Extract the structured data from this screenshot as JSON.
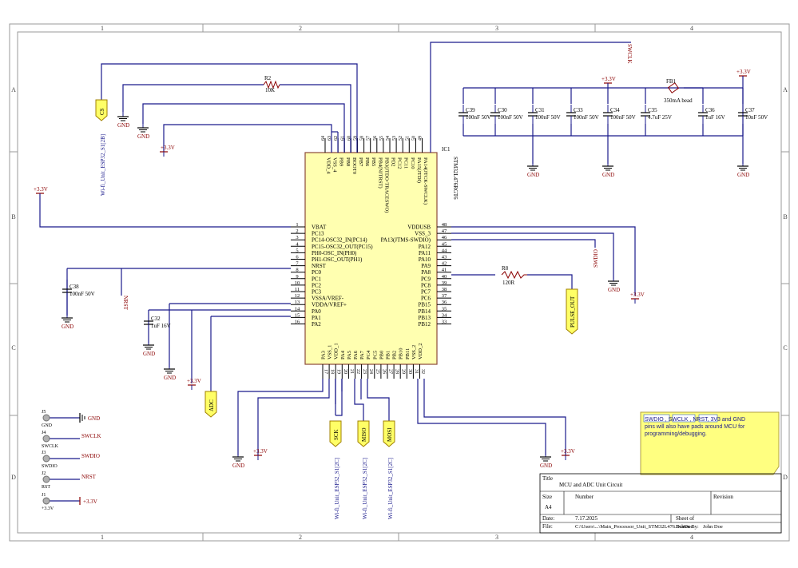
{
  "frame": {
    "cols": [
      "1",
      "2",
      "3",
      "4"
    ],
    "rows": [
      "A",
      "B",
      "C",
      "D"
    ]
  },
  "ic": {
    "designator": "IC1",
    "part": "STM32L476RGT6",
    "left_pins": [
      {
        "num": "1",
        "name": "VBAT"
      },
      {
        "num": "2",
        "name": "PC13"
      },
      {
        "num": "3",
        "name": "PC14-OSC32_IN(PC14)"
      },
      {
        "num": "4",
        "name": "PC15-OSC32_OUT(PC15)"
      },
      {
        "num": "5",
        "name": "PH0-OSC_IN(PH0)"
      },
      {
        "num": "6",
        "name": "PH1-OSC_OUT(PH1)"
      },
      {
        "num": "7",
        "name": "NRST"
      },
      {
        "num": "8",
        "name": "PC0"
      },
      {
        "num": "9",
        "name": "PC1"
      },
      {
        "num": "10",
        "name": "PC2"
      },
      {
        "num": "11",
        "name": "PC3"
      },
      {
        "num": "12",
        "name": "VSSA/VREF-"
      },
      {
        "num": "13",
        "name": "VDDA/VREF+"
      },
      {
        "num": "14",
        "name": "PA0"
      },
      {
        "num": "15",
        "name": "PA1"
      },
      {
        "num": "16",
        "name": "PA2"
      }
    ],
    "right_pins": [
      {
        "num": "48",
        "name": "VDDUSB"
      },
      {
        "num": "47",
        "name": "VSS_3"
      },
      {
        "num": "46",
        "name": "PA13(JTMS-SWDIO)"
      },
      {
        "num": "45",
        "name": "PA12"
      },
      {
        "num": "44",
        "name": "PA11"
      },
      {
        "num": "43",
        "name": "PA10"
      },
      {
        "num": "42",
        "name": "PA9"
      },
      {
        "num": "41",
        "name": "PA8"
      },
      {
        "num": "40",
        "name": "PC9"
      },
      {
        "num": "39",
        "name": "PC8"
      },
      {
        "num": "38",
        "name": "PC7"
      },
      {
        "num": "37",
        "name": "PC6"
      },
      {
        "num": "36",
        "name": "PB15"
      },
      {
        "num": "35",
        "name": "PB14"
      },
      {
        "num": "34",
        "name": "PB13"
      },
      {
        "num": "33",
        "name": "PB12"
      }
    ],
    "top_pins": [
      {
        "num": "64",
        "name": "VDD_4"
      },
      {
        "num": "63",
        "name": "VSS_4"
      },
      {
        "num": "62",
        "name": "PB9"
      },
      {
        "num": "61",
        "name": "PB8"
      },
      {
        "num": "60",
        "name": "BOOT0"
      },
      {
        "num": "59",
        "name": "PB7"
      },
      {
        "num": "58",
        "name": "PB6"
      },
      {
        "num": "57",
        "name": "PB5"
      },
      {
        "num": "56",
        "name": "PB4(NJTRST)"
      },
      {
        "num": "55",
        "name": "PB3(JTDO-TRACESWO)"
      },
      {
        "num": "54",
        "name": "PD2"
      },
      {
        "num": "53",
        "name": "PC12"
      },
      {
        "num": "52",
        "name": "PC11"
      },
      {
        "num": "51",
        "name": "PC10"
      },
      {
        "num": "50",
        "name": "PA15(JTDI)"
      },
      {
        "num": "49",
        "name": "PA14(JTCK-SWCLK)"
      }
    ],
    "bottom_pins": [
      {
        "num": "17",
        "name": "PA3"
      },
      {
        "num": "18",
        "name": "VSS_1"
      },
      {
        "num": "19",
        "name": "VDD_1"
      },
      {
        "num": "20",
        "name": "PA4"
      },
      {
        "num": "21",
        "name": "PA5"
      },
      {
        "num": "22",
        "name": "PA6"
      },
      {
        "num": "23",
        "name": "PA7"
      },
      {
        "num": "24",
        "name": "PC4"
      },
      {
        "num": "25",
        "name": "PC5"
      },
      {
        "num": "26",
        "name": "PB0"
      },
      {
        "num": "27",
        "name": "PB1"
      },
      {
        "num": "28",
        "name": "PB2"
      },
      {
        "num": "29",
        "name": "PB10"
      },
      {
        "num": "30",
        "name": "PB11"
      },
      {
        "num": "31",
        "name": "VSS_2"
      },
      {
        "num": "32",
        "name": "VDD_2"
      }
    ]
  },
  "nets": {
    "gnd": "GND",
    "v33": "+3.3V"
  },
  "net_labels": {
    "cs": "CS",
    "swclk": "SWCLK",
    "swdio": "SWDIO",
    "pulse_out": "PULSE_OUT",
    "adc": "ADC",
    "sck": "SCK",
    "miso": "MISO",
    "mosi": "MOSI",
    "nrst": "NRST",
    "wifi_cs": "Wi-fi_Unit_ESP32_S1[2B]",
    "wifi_sck": "Wi-fi_Unit_ESP32_S1[2C]",
    "wifi_miso": "Wi-fi_Unit_ESP32_S1[2C]",
    "wifi_mosi": "Wi-fi_Unit_ESP32_S1[2C]"
  },
  "components": {
    "r2": {
      "ref": "R2",
      "value": "10K"
    },
    "r8": {
      "ref": "R8",
      "value": "120R"
    },
    "fb1": {
      "ref": "FB1",
      "value": "350mA bead"
    },
    "c38": {
      "ref": "C38",
      "value": "100nF 50V"
    },
    "c32": {
      "ref": "C32",
      "value": "1uF 16V"
    },
    "top_caps": [
      {
        "ref": "C39",
        "value": "100nF 50V"
      },
      {
        "ref": "C30",
        "value": "100nF 50V"
      },
      {
        "ref": "C31",
        "value": "100nF 50V"
      },
      {
        "ref": "C33",
        "value": "100nF 50V"
      },
      {
        "ref": "C34",
        "value": "100nF 50V"
      },
      {
        "ref": "C35",
        "value": "4.7uF 25V"
      },
      {
        "ref": "C36",
        "value": "1uF 16V"
      },
      {
        "ref": "C37",
        "value": "10nF 50V"
      }
    ]
  },
  "pads": [
    {
      "ref": "J5",
      "label": "GND",
      "net": "GND"
    },
    {
      "ref": "J4",
      "label": "SWCLK",
      "net": "SWCLK"
    },
    {
      "ref": "J3",
      "label": "SWDIO",
      "net": "SWDIO"
    },
    {
      "ref": "J2",
      "label": "RST",
      "net": "NRST"
    },
    {
      "ref": "J1",
      "label": "+3.3V",
      "net": "+3.3V"
    }
  ],
  "note": {
    "highlights": [
      "SWDIO",
      "SWCLK",
      "NRST"
    ],
    "line1_tail": ", 3V3 and GND",
    "line2": "pins will also have pads around MCU for",
    "line3": "programming/debugging."
  },
  "title_block": {
    "title_label": "Title",
    "title": "MCU and ADC Unit Circuit",
    "size_label": "Size",
    "size": "A4",
    "number_label": "Number",
    "revision_label": "Revision",
    "date_label": "Date:",
    "date": "7.17.2025",
    "sheet_label": "Sheet  of",
    "file_label": "File:",
    "file": "C:\\Users\\...\\Main_Processor_Unit_STM32L476.SchDoc",
    "drawn_by_label": "Drawn By:",
    "drawn_by": "John Doe"
  }
}
